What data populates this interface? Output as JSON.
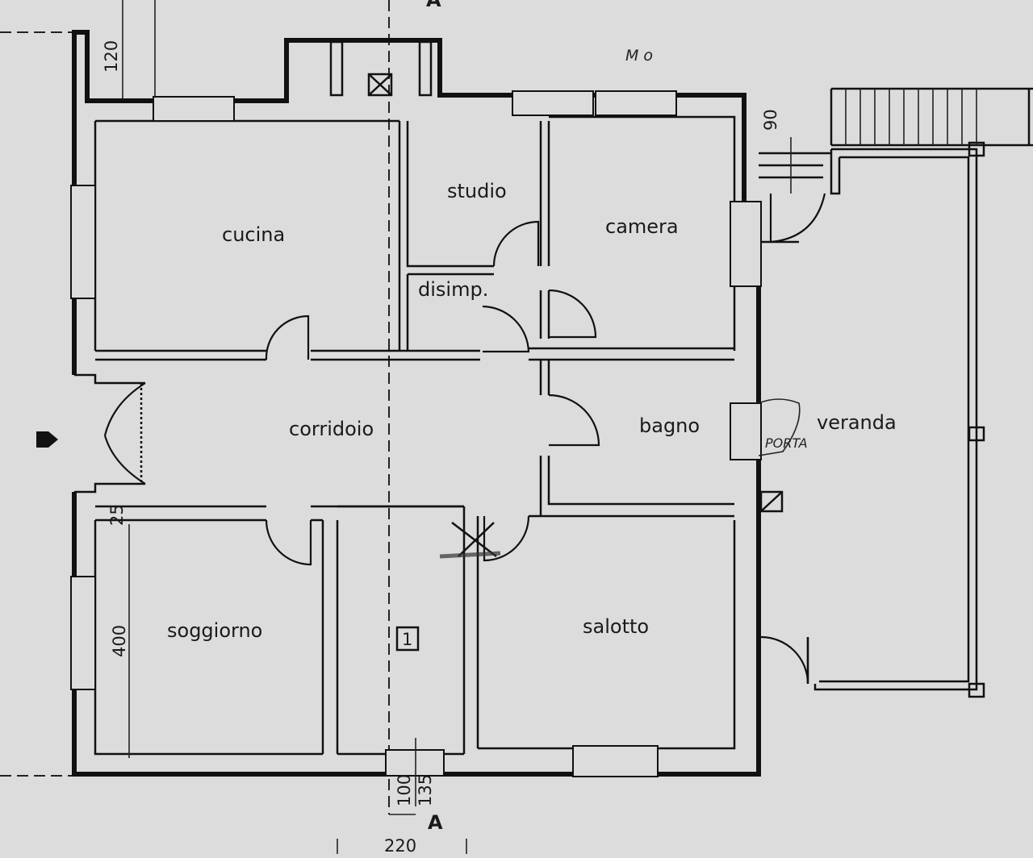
{
  "rooms": {
    "cucina": "cucina",
    "studio": "studio",
    "camera": "camera",
    "disimp": "disimp.",
    "corridoio": "corridoio",
    "bagno": "bagno",
    "veranda": "veranda",
    "soggiorno": "soggiorno",
    "salotto": "salotto"
  },
  "dimensions": {
    "d120": "120",
    "d90": "90",
    "d25": "25",
    "d400": "400",
    "d100": "100",
    "d135": "135",
    "d220": "220"
  },
  "section_marks": {
    "section_bottom": "A",
    "section_top": "A"
  },
  "annotations": {
    "handwritten_mo": "M o",
    "handwritten_porta": "PORTA",
    "room_tag": "1"
  }
}
